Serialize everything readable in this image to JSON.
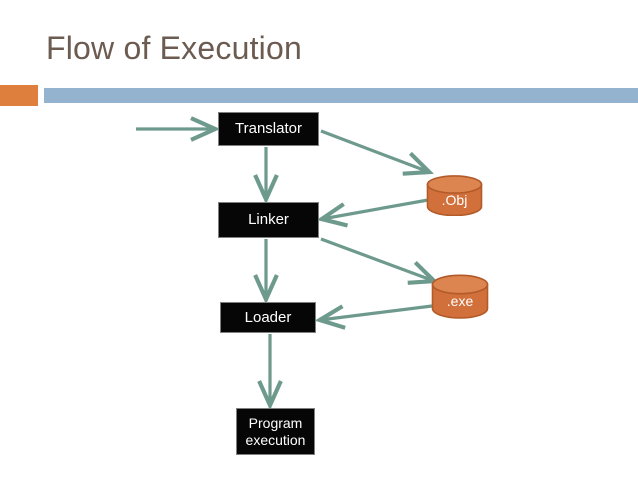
{
  "slide": {
    "title": "Flow of Execution",
    "title_color": "#6C5B51",
    "background": "#ffffff",
    "accent_square_color": "#DE7F3E",
    "accent_bar_color": "#93B3CE"
  },
  "diagram": {
    "type": "flowchart",
    "arrow_color": "#6E9A8D",
    "box_fill": "#060606",
    "box_text_color": "#ffffff",
    "cylinder_fill": "#D2703C",
    "cylinder_top_fill": "#DD8550",
    "cylinder_stroke": "#B25A28",
    "nodes": [
      {
        "id": "input",
        "shape": "arrow-source",
        "label": ""
      },
      {
        "id": "translator",
        "shape": "rect",
        "label": "Translator"
      },
      {
        "id": "obj",
        "shape": "cylinder",
        "label": ".Obj"
      },
      {
        "id": "linker",
        "shape": "rect",
        "label": "Linker"
      },
      {
        "id": "exe",
        "shape": "cylinder",
        "label": ".exe"
      },
      {
        "id": "loader",
        "shape": "rect",
        "label": "Loader"
      },
      {
        "id": "program_execution",
        "shape": "rect",
        "label": "Program execution"
      }
    ],
    "edges": [
      {
        "from": "input",
        "to": "translator",
        "direction": "right"
      },
      {
        "from": "translator",
        "to": "obj",
        "direction": "down-right"
      },
      {
        "from": "translator",
        "to": "linker",
        "direction": "down"
      },
      {
        "from": "obj",
        "to": "linker",
        "direction": "down-left"
      },
      {
        "from": "linker",
        "to": "exe",
        "direction": "down-right"
      },
      {
        "from": "linker",
        "to": "loader",
        "direction": "down"
      },
      {
        "from": "exe",
        "to": "loader",
        "direction": "down-left"
      },
      {
        "from": "loader",
        "to": "program_execution",
        "direction": "down"
      }
    ]
  }
}
